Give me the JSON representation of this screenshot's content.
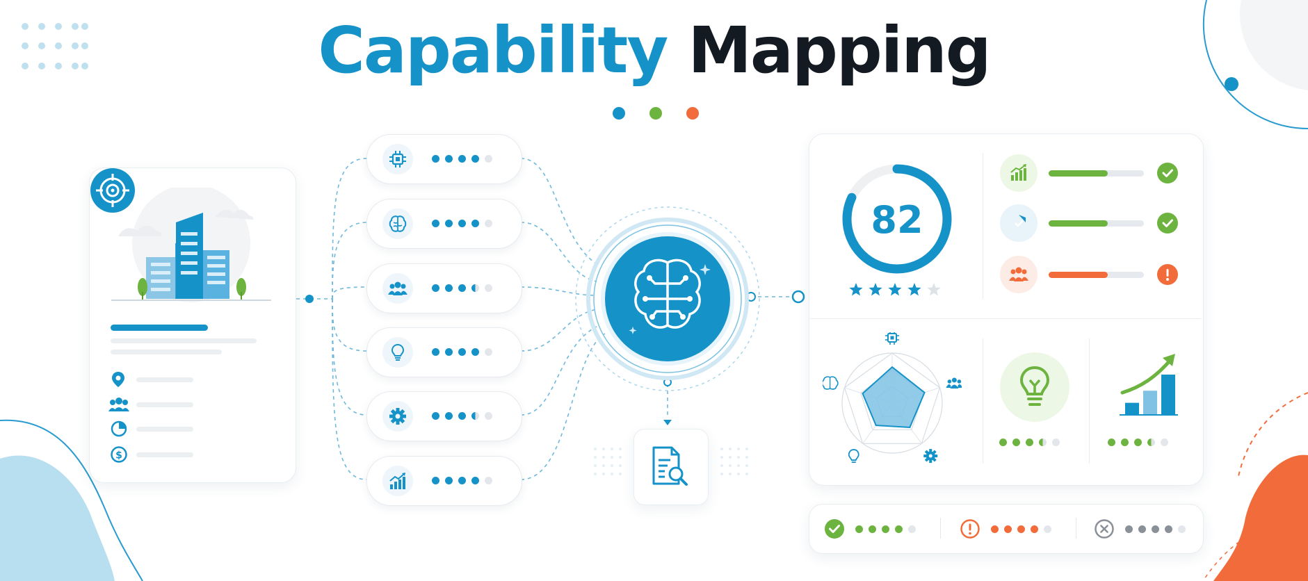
{
  "title": {
    "part1": "Capability",
    "part2": "Mapping"
  },
  "colors": {
    "blue": "#1592c8",
    "dark": "#141a22",
    "green": "#6db33f",
    "orange": "#f26b3a",
    "gray": "#9aa1a8",
    "light_gray": "#e6e9ee"
  },
  "organization_card": {
    "icons": [
      "target-icon",
      "building-illustration",
      "location-pin-icon",
      "people-icon",
      "pie-chart-icon",
      "dollar-icon"
    ]
  },
  "capabilities": [
    {
      "icon": "chip-icon",
      "level": 4,
      "max": 5
    },
    {
      "icon": "brain-icon",
      "level": 4,
      "max": 5
    },
    {
      "icon": "people-icon",
      "level": 3.5,
      "max": 5
    },
    {
      "icon": "lightbulb-icon",
      "level": 4,
      "max": 5
    },
    {
      "icon": "gear-icon",
      "level": 3.5,
      "max": 5
    },
    {
      "icon": "chart-up-icon",
      "level": 4,
      "max": 5
    }
  ],
  "hub": {
    "icon": "ai-brain-icon"
  },
  "report": {
    "icon": "document-search-icon"
  },
  "score": {
    "value": "82",
    "fraction": 0.82,
    "stars": 4,
    "stars_max": 5
  },
  "metrics": [
    {
      "icon": "growth-chart-icon",
      "fill": 0.62,
      "color": "#6db33f",
      "status": "check"
    },
    {
      "icon": "shield-icon",
      "fill": 0.62,
      "color": "#6db33f",
      "status": "check"
    },
    {
      "icon": "team-icon",
      "fill": 0.62,
      "color": "#f26b3a",
      "status": "alert"
    }
  ],
  "radar": {
    "axes": [
      "chip-icon",
      "people-icon",
      "gear-icon",
      "lightbulb-icon",
      "brain-icon"
    ],
    "values": [
      0.72,
      0.68,
      0.6,
      0.55,
      0.62
    ]
  },
  "innovation": {
    "icon": "lightbulb-icon",
    "level": 3.5,
    "max": 5
  },
  "growth": {
    "icon": "bar-growth-icon",
    "bars": [
      0.3,
      0.6,
      1.0
    ],
    "level": 3.5,
    "max": 5
  },
  "summary": [
    {
      "status": "check",
      "color": "#6db33f",
      "level": 4,
      "max": 5
    },
    {
      "status": "alert",
      "color": "#f26b3a",
      "level": 4,
      "max": 5
    },
    {
      "status": "cross",
      "color": "#8a9097",
      "level": 4,
      "max": 5
    }
  ]
}
